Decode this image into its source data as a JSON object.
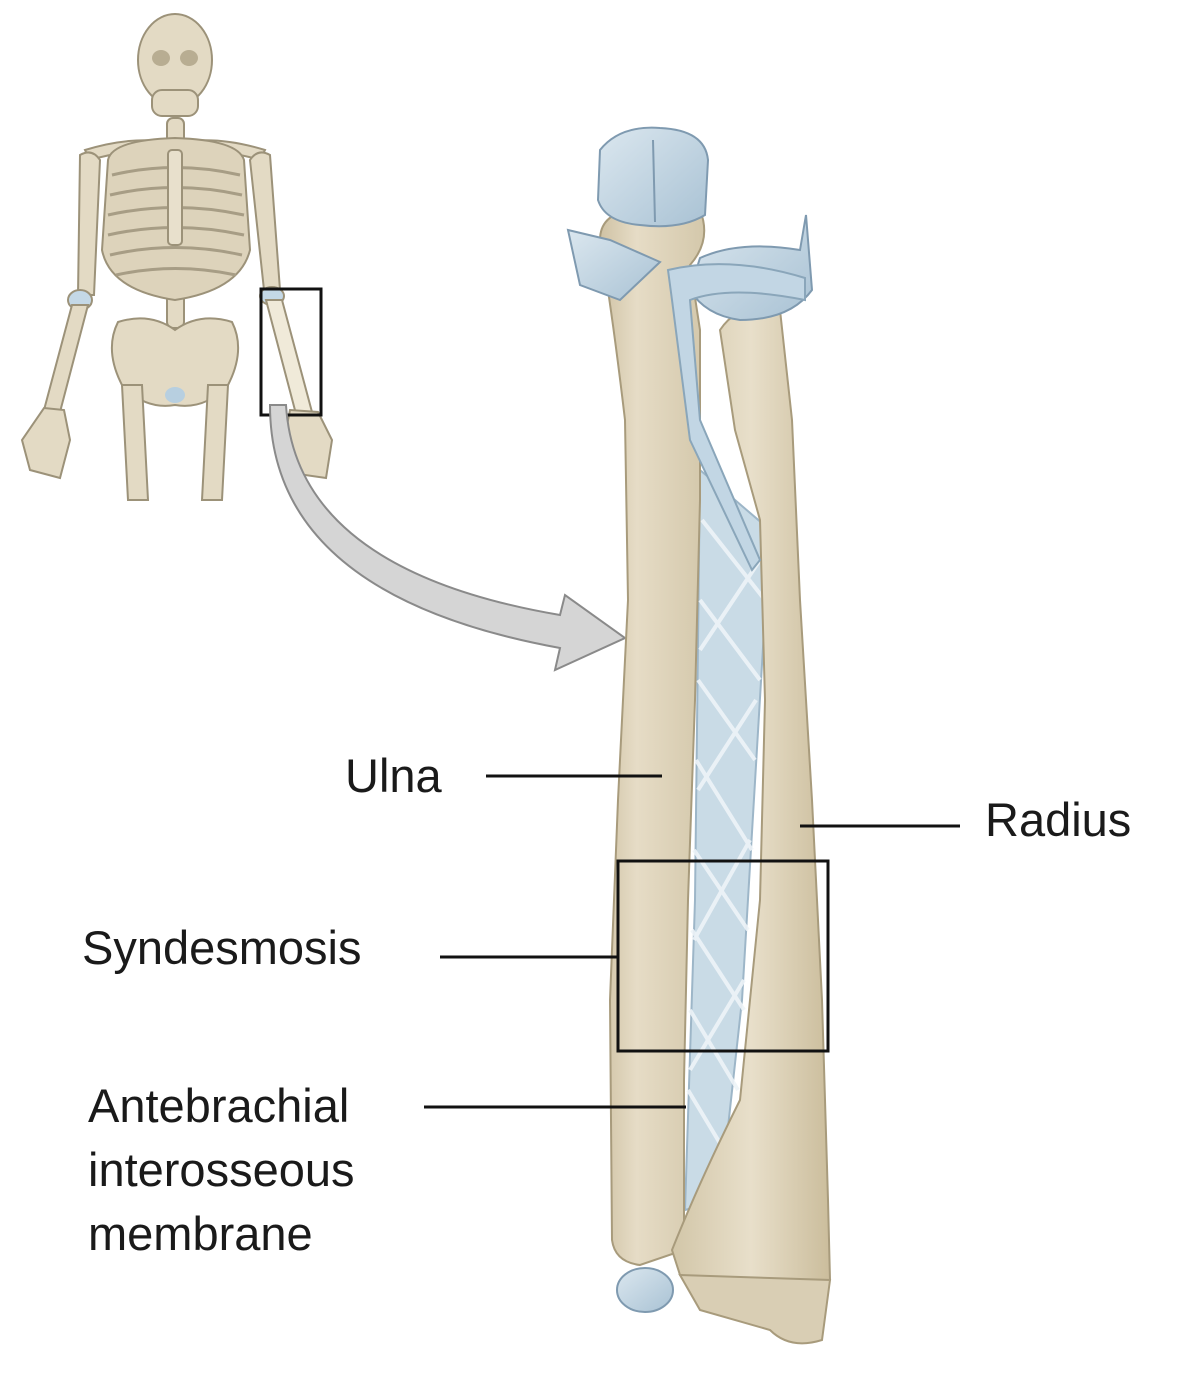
{
  "labels": {
    "ulna": "Ulna",
    "radius": "Radius",
    "syndesmosis": "Syndesmosis",
    "membrane": [
      "Antebrachial",
      "interosseous",
      "membrane"
    ]
  },
  "colors": {
    "bone": "#e2d8c2",
    "bone_shade": "#cdbf9f",
    "cartilage": "#bfd4e2",
    "membrane": "#c9dbe6",
    "arrow": "#d5d5d5",
    "leader": "#111111"
  }
}
